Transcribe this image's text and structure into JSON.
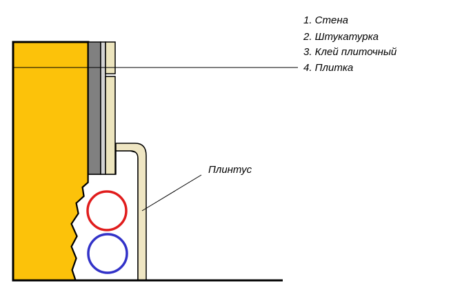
{
  "legend": {
    "items": [
      "1. Стена",
      "2. Штукатурка",
      "3. Клей плиточный",
      "4. Плитка"
    ]
  },
  "callout": {
    "baseboard": "Плинтус"
  },
  "colors": {
    "wall": "#fcc20a",
    "plaster": "#808080",
    "adhesive": "#d3d3d3",
    "tile": "#ede5be",
    "baseboard": "#efe6c3",
    "pipe_hot": "#e01c1c",
    "pipe_cold": "#3232c8",
    "outline": "#000000"
  }
}
